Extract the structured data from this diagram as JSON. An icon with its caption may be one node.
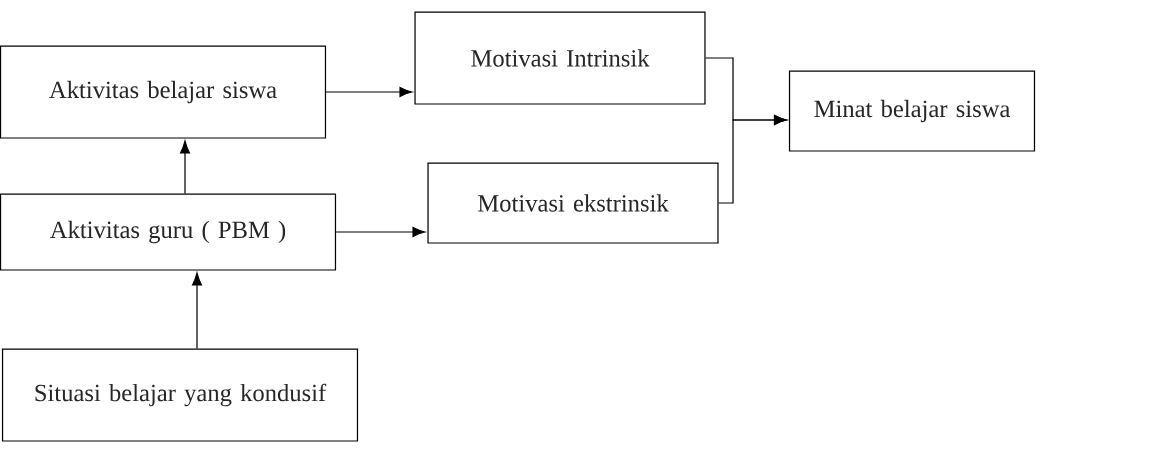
{
  "diagram": {
    "nodes": [
      {
        "text": [
          "Aktivitas belajar siswa"
        ]
      },
      {
        "text": [
          "Motivasi Intrinsik"
        ]
      },
      {
        "text": [
          "Minat belajar siswa"
        ]
      },
      {
        "text": [
          "Aktivitas guru ( PBM )"
        ]
      },
      {
        "text": [
          "Motivasi ekstrinsik"
        ]
      },
      {
        "text": [
          "Situasi belajar yang kondusif"
        ]
      }
    ],
    "edges": [
      {
        "from": 0,
        "to": 1,
        "arrow": "to"
      },
      {
        "from": 1,
        "to": 2,
        "arrow": "to"
      },
      {
        "from": 4,
        "to": 2,
        "arrow": "to"
      },
      {
        "from": 3,
        "to": 4,
        "arrow": "to"
      },
      {
        "from": 3,
        "to": 0,
        "arrow": "to"
      },
      {
        "from": 5,
        "to": 3,
        "arrow": "to"
      }
    ]
  }
}
